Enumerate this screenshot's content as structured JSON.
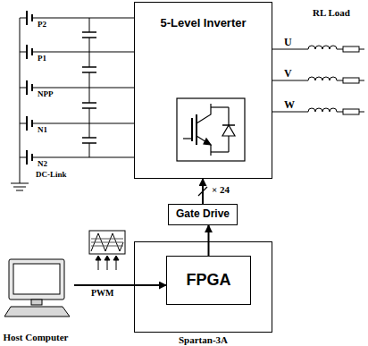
{
  "diagram": {
    "nodes": [
      {
        "text": [
          "5-Level Inverter"
        ]
      },
      {
        "text": [
          "Gate Drive"
        ]
      },
      {
        "text": [
          "Spartan-3A"
        ]
      },
      {
        "text": [
          "FPGA"
        ],
        "in": 2
      },
      {
        "text": [
          "Host Computer"
        ]
      }
    ],
    "edges": [
      {
        "from": 1,
        "to": 0,
        "arrow": "to",
        "label": "× 24"
      },
      {
        "from": 3,
        "to": 1,
        "arrow": "to"
      },
      {
        "from": 4,
        "to": 3,
        "arrow": "to",
        "label": "PWM"
      }
    ],
    "labels": [
      "P2",
      "P1",
      "NPP",
      "N1",
      "N2",
      "DC-Link",
      "U",
      "V",
      "W",
      "RL Load"
    ]
  }
}
